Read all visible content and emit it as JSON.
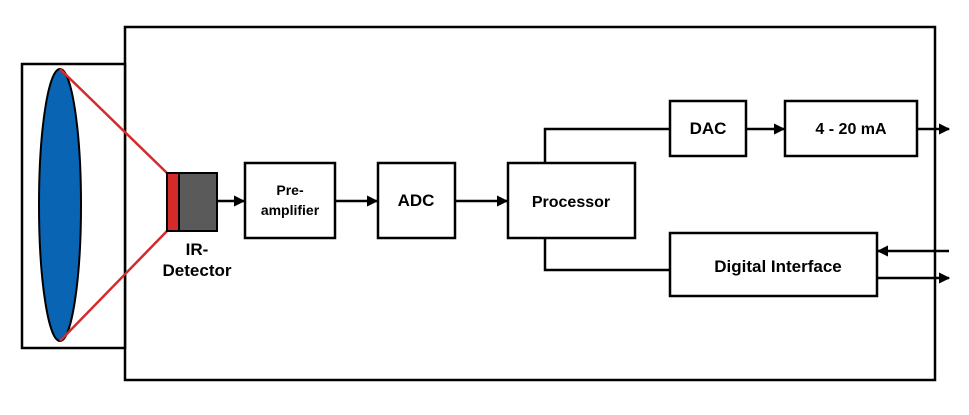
{
  "blocks": {
    "preamp": {
      "line1": "Pre-",
      "line2": "amplifier"
    },
    "adc": "ADC",
    "processor": "Processor",
    "dac": "DAC",
    "current_loop": "4 - 20 mA",
    "digital_interface": "Digital Interface"
  },
  "detector": {
    "line1": "IR-",
    "line2": "Detector"
  },
  "colors": {
    "lens_fill": "#0a64b4",
    "ray": "#d42a2a",
    "detector_sensor": "#d42a2a",
    "detector_body": "#5a5a5a",
    "stroke": "#000000"
  }
}
